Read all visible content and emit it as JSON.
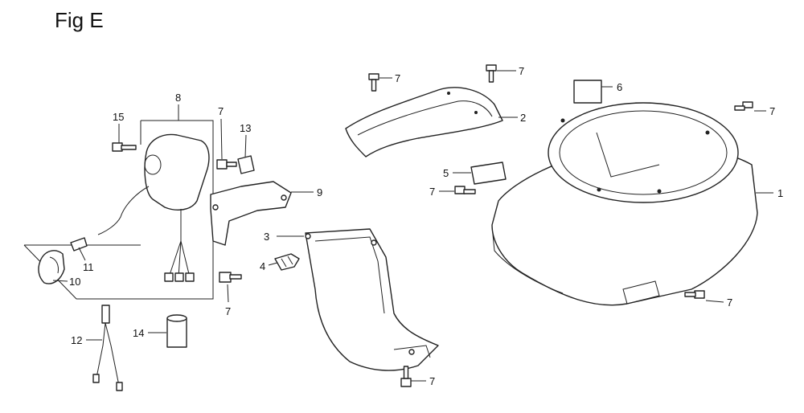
{
  "figure": {
    "title": "Fig E"
  },
  "callouts": [
    "1",
    "2",
    "3",
    "4",
    "5",
    "6",
    "7",
    "7",
    "7",
    "7",
    "7",
    "7",
    "7",
    "7",
    "8",
    "9",
    "10",
    "11",
    "12",
    "13",
    "14",
    "15"
  ]
}
